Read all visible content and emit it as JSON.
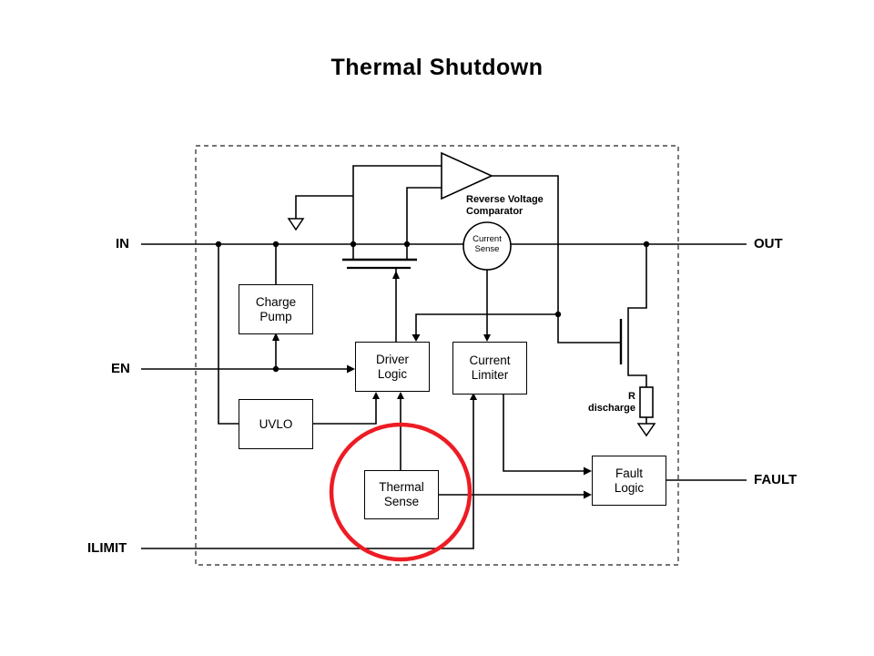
{
  "title": "Thermal Shutdown",
  "colors": {
    "line": "#000000",
    "highlight": "#ed1c24",
    "background": "#ffffff"
  },
  "pins": {
    "in": "IN",
    "en": "EN",
    "ilimit": "ILIMIT",
    "out": "OUT",
    "fault": "FAULT"
  },
  "blocks": {
    "charge_pump": {
      "line1": "Charge",
      "line2": "Pump"
    },
    "driver_logic": {
      "line1": "Driver",
      "line2": "Logic"
    },
    "current_limiter": {
      "line1": "Current",
      "line2": "Limiter"
    },
    "uvlo": {
      "line1": "UVLO"
    },
    "thermal_sense": {
      "line1": "Thermal",
      "line2": "Sense"
    },
    "fault_logic": {
      "line1": "Fault",
      "line2": "Logic"
    }
  },
  "annotations": {
    "comparator": {
      "line1": "Reverse Voltage",
      "line2": "Comparator"
    },
    "current_sense": {
      "line1": "Current",
      "line2": "Sense"
    },
    "r_discharge": {
      "line1": "R",
      "line2": "discharge"
    }
  }
}
